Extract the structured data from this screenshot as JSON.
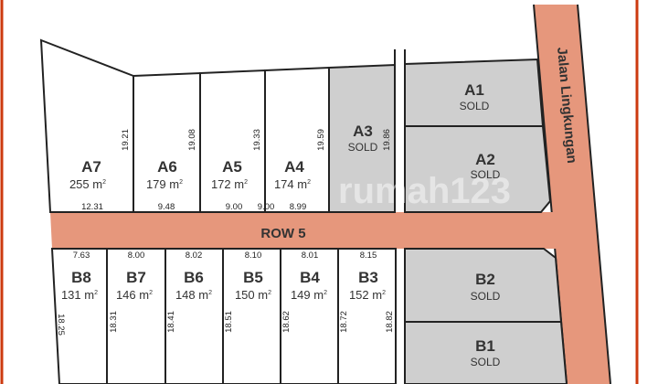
{
  "colors": {
    "road": "#e6977c",
    "sold": "#cfcfcf",
    "available": "#ffffff",
    "frame": "#cc3a0f"
  },
  "roads": {
    "row": "ROW 5",
    "main": "Jalan Lingkungan"
  },
  "watermark": "rumah123",
  "area_unit": "m",
  "area_sup": "2",
  "lots_a": [
    {
      "id": "A7",
      "area": "255",
      "front": "12.31",
      "side": "19.21"
    },
    {
      "id": "A6",
      "area": "179",
      "front": "9.48",
      "side": "19.08"
    },
    {
      "id": "A5",
      "area": "172",
      "front": "9.00",
      "side": "19.33"
    },
    {
      "id": "A4",
      "area": "174",
      "front": "9.00",
      "front2": "8.99",
      "side": "19.59"
    },
    {
      "id": "A3",
      "status": "SOLD",
      "side": "19.86"
    },
    {
      "id": "A2",
      "status": "SOLD"
    },
    {
      "id": "A1",
      "status": "SOLD"
    }
  ],
  "lots_b": [
    {
      "id": "B8",
      "area": "131",
      "front": "7.63",
      "side": "18.25"
    },
    {
      "id": "B7",
      "area": "146",
      "front": "8.00",
      "side": "18.31"
    },
    {
      "id": "B6",
      "area": "148",
      "front": "8.02",
      "side": "18.41"
    },
    {
      "id": "B5",
      "area": "150",
      "front": "8.10",
      "side": "18.51"
    },
    {
      "id": "B4",
      "area": "149",
      "front": "8.01",
      "side": "18.62"
    },
    {
      "id": "B3",
      "area": "152",
      "front": "8.15",
      "side": "18.72",
      "side2": "18.82"
    },
    {
      "id": "B2",
      "status": "SOLD"
    },
    {
      "id": "B1",
      "status": "SOLD"
    }
  ]
}
